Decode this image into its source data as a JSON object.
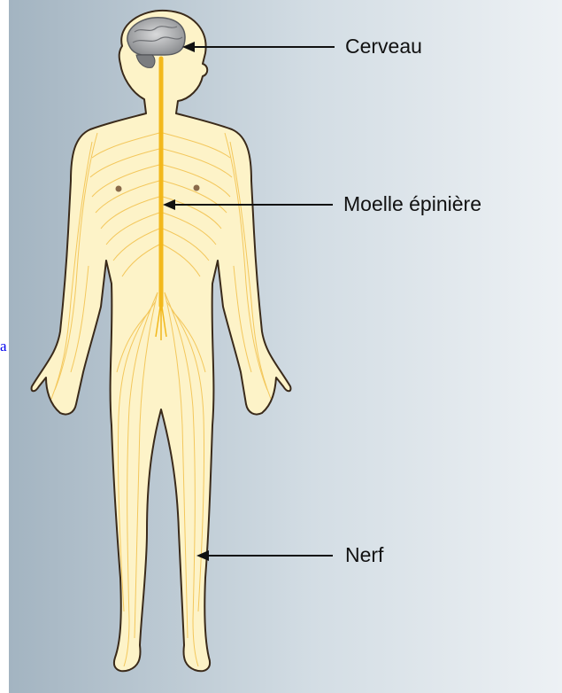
{
  "labels": {
    "brain": "Cerveau",
    "spinal_cord": "Moelle épinière",
    "nerve": "Nerf"
  },
  "stray_text": "a",
  "colors": {
    "background_left": "#a9b9c5",
    "background_right": "#e8edf1",
    "skin": "#fdf3c8",
    "outline": "#3a2a1a",
    "nerve": "#f2b81c",
    "brain": "#a6a8ab",
    "arrow": "#111111"
  }
}
